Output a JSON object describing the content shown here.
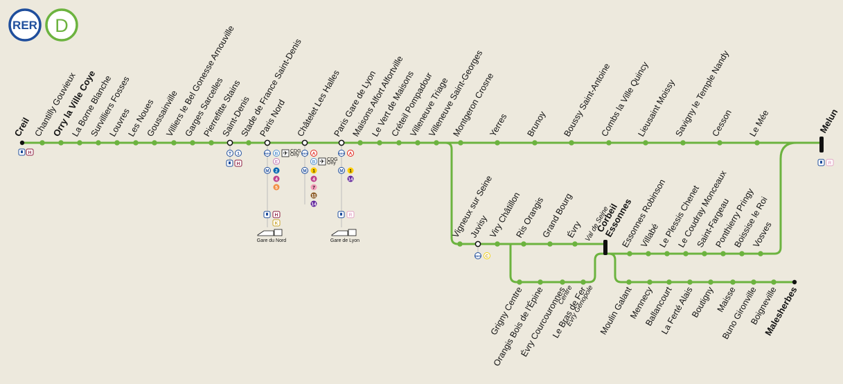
{
  "logo": {
    "network": "RER",
    "line": "D",
    "line_color": "#6cb33f",
    "network_color": "#1f4e9c"
  },
  "line_color": "#6cb33f",
  "stations": {
    "creil": "Creil",
    "chantilly": "Chantilly Gouvieux",
    "orry": "Orry la Ville Coye",
    "borne": "La Borne Blanche",
    "survilliers": "Survilliers Fosses",
    "louvres": "Louvres",
    "noues": "Les Noues",
    "goussainville": "Goussainville",
    "villiers": "Villiers le Bel Gonesse Arnouville",
    "garges": "Garges Sarcelles",
    "pierrefitte": "Pierrefitte Stains",
    "saintdenis": "Saint-Denis",
    "stade": "Stade de France Saint-Denis",
    "parisnord": "Paris Nord",
    "chatelet": "Châtelet Les Halles",
    "gdl": "Paris Gare de Lyon",
    "maisons": "Maisons Alfort Alfortville",
    "vert": "Le Vert de Maisons",
    "creteil": "Créteil Pompadour",
    "triage": "Villeneuve Triage",
    "vsg": "Villeneuve Saint-Georges",
    "montgeron": "Montgeron Crosne",
    "yerres": "Yerres",
    "brunoy": "Brunoy",
    "boussy": "Boussy Saint-Antoine",
    "combs": "Combs la Ville Quincy",
    "lieusaint": "Lieusaint Moissy",
    "savigny": "Savigny le Temple Nandy",
    "cesson": "Cesson",
    "mee": "Le Mée",
    "melun": "Melun",
    "vigneux": "Vigneux sur Seine",
    "juvisy": "Juvisy",
    "viry": "Viry Châtillon",
    "ris": "Ris Orangis",
    "grandbourg": "Grand Bourg",
    "evry": "Évry",
    "evry_sub": "Val de Seine",
    "corbeil": "Corbeil Essonnes",
    "essonnes_robinson": "Essonnes Robinson",
    "villabe": "Villabé",
    "plessis": "Le Plessis Chenet",
    "coudray": "Le Coudray Monceaux",
    "stfargeau": "Saint-Fargeau",
    "ponthierry": "Ponthierry Pringy",
    "boissise": "Boissise le Roi",
    "vosves": "Vosves",
    "grigny": "Grigny Centre",
    "orangis": "Orangis Bois de l'Épine",
    "courcouronnes": "Évry Courcouronnes",
    "courcouronnes_sub": "Centre",
    "brasdefer": "Le Bras de Fer",
    "brasdefer_sub": "Évry Génopole",
    "moulin": "Moulin Galant",
    "mennecy": "Mennecy",
    "ballancourt": "Ballancourt",
    "ferte": "La Ferté Alais",
    "boutigny": "Boutigny",
    "maisse": "Maisse",
    "buno": "Buno Gironville",
    "boigneville": "Boigneville",
    "malesherbes": "Malesherbes"
  },
  "connections": {
    "gare_du_nord": "Gare du Nord",
    "gare_de_lyon": "Gare de Lyon",
    "cdg": "CDG",
    "orly": "Orly",
    "rer_label": "RER",
    "metro_label": "M",
    "tram_label": "T",
    "lines": {
      "B": "B",
      "E": "E",
      "A": "A",
      "C": "C",
      "H": "H",
      "K": "K",
      "R": "R",
      "m2": "2",
      "m4": "4",
      "m5": "5",
      "m1": "1",
      "m7": "7",
      "m11": "11",
      "m14": "14",
      "t1": "1"
    }
  }
}
